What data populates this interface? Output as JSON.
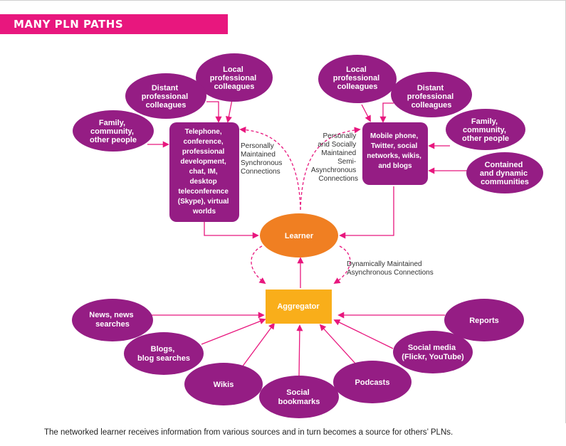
{
  "title": "MANY PLN PATHS",
  "caption": "The networked learner receives information from various sources and in turn becomes a source for others’ PLNs.",
  "colors": {
    "purple": "#951d84",
    "magenta": "#e8177e",
    "orange": "#f07f22",
    "gold": "#f9ae1a"
  },
  "center": {
    "learner": "Learner",
    "aggregator": "Aggregator"
  },
  "left_box": [
    "Telephone,",
    "conference,",
    "professional",
    "development,",
    "chat, IM,",
    "desktop",
    "teleconference",
    "(Skype), virtual",
    "worlds"
  ],
  "right_box": [
    "Mobile phone,",
    "Twitter, social",
    "networks, wikis,",
    "and blogs"
  ],
  "left_sources": {
    "local": [
      "Local",
      "professional",
      "colleagues"
    ],
    "distant": [
      "Distant",
      "professional",
      "colleagues"
    ],
    "family": [
      "Family,",
      "community,",
      "other people"
    ]
  },
  "right_sources": {
    "local": [
      "Local",
      "professional",
      "colleagues"
    ],
    "distant": [
      "Distant",
      "professional",
      "colleagues"
    ],
    "family": [
      "Family,",
      "community,",
      "other people"
    ],
    "contained": [
      "Contained",
      "and dynamic",
      "communities"
    ]
  },
  "aggregator_sources": {
    "news": [
      "News, news",
      "searches"
    ],
    "blogs": [
      "Blogs,",
      "blog searches"
    ],
    "wikis": [
      "Wikis"
    ],
    "bookmarks": [
      "Social",
      "bookmarks"
    ],
    "podcasts": [
      "Podcasts"
    ],
    "social_media": [
      "Social media",
      "(Flickr, YouTube)"
    ],
    "reports": [
      "Reports"
    ]
  },
  "connections": {
    "sync": [
      "Personally",
      "Maintained",
      "Synchronous",
      "Connections"
    ],
    "semi": [
      "Personally",
      "and Socially",
      "Maintained",
      "Semi-",
      "Asynchronous",
      "Connections"
    ],
    "async": [
      "Dynamically Maintained",
      "Asynchronous Connections"
    ]
  }
}
